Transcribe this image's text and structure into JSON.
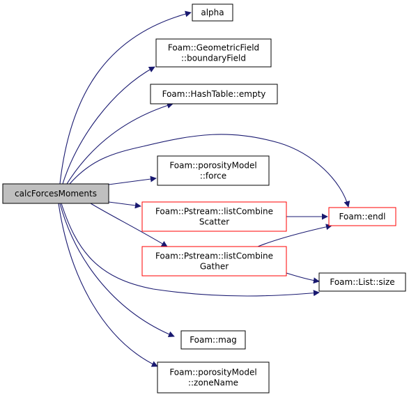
{
  "colors": {
    "edge": "#191970",
    "root_fill": "#bfbfbf",
    "root_border": "#000000",
    "node_fill": "#ffffff",
    "node_border": "#000000",
    "highlight_border": "#ff0000"
  },
  "nodes": [
    {
      "id": "calcForcesMoments",
      "lines": [
        "calcForcesMoments"
      ],
      "style": "root"
    },
    {
      "id": "alpha",
      "lines": [
        "alpha"
      ],
      "style": "normal"
    },
    {
      "id": "boundaryField",
      "lines": [
        "Foam::GeometricField",
        "::boundaryField"
      ],
      "style": "normal"
    },
    {
      "id": "hashEmpty",
      "lines": [
        "Foam::HashTable::empty"
      ],
      "style": "normal"
    },
    {
      "id": "force",
      "lines": [
        "Foam::porosityModel",
        "::force"
      ],
      "style": "normal"
    },
    {
      "id": "listCombineScatter",
      "lines": [
        "Foam::Pstream::listCombine",
        "Scatter"
      ],
      "style": "highlight"
    },
    {
      "id": "endl",
      "lines": [
        "Foam::endl"
      ],
      "style": "highlight"
    },
    {
      "id": "listCombineGather",
      "lines": [
        "Foam::Pstream::listCombine",
        "Gather"
      ],
      "style": "highlight"
    },
    {
      "id": "listSize",
      "lines": [
        "Foam::List::size"
      ],
      "style": "normal"
    },
    {
      "id": "mag",
      "lines": [
        "Foam::mag"
      ],
      "style": "normal"
    },
    {
      "id": "zoneName",
      "lines": [
        "Foam::porosityModel",
        "::zoneName"
      ],
      "style": "normal"
    }
  ],
  "edges": [
    {
      "from": "calcForcesMoments",
      "to": "alpha"
    },
    {
      "from": "calcForcesMoments",
      "to": "boundaryField"
    },
    {
      "from": "calcForcesMoments",
      "to": "hashEmpty"
    },
    {
      "from": "calcForcesMoments",
      "to": "endl"
    },
    {
      "from": "calcForcesMoments",
      "to": "force"
    },
    {
      "from": "calcForcesMoments",
      "to": "listCombineScatter"
    },
    {
      "from": "calcForcesMoments",
      "to": "listCombineGather"
    },
    {
      "from": "calcForcesMoments",
      "to": "listSize"
    },
    {
      "from": "calcForcesMoments",
      "to": "mag"
    },
    {
      "from": "calcForcesMoments",
      "to": "zoneName"
    },
    {
      "from": "listCombineScatter",
      "to": "endl"
    },
    {
      "from": "listCombineGather",
      "to": "endl"
    },
    {
      "from": "listCombineGather",
      "to": "listSize"
    }
  ]
}
